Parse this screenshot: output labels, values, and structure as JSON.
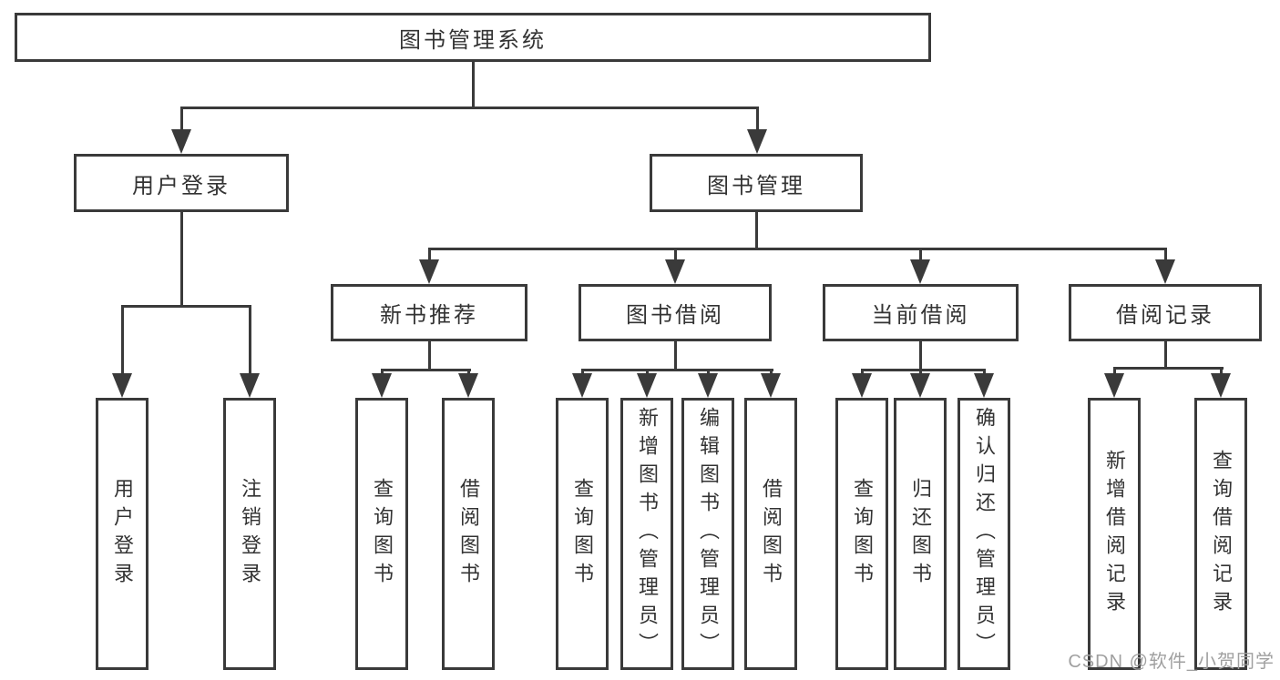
{
  "colors": {
    "line": "#3a3a3a",
    "text": "#333333",
    "watermark": "#a0a0a0",
    "background": "#ffffff"
  },
  "tree": {
    "root": {
      "label": "图书管理系统",
      "children": [
        {
          "label": "用户登录",
          "children": [
            {
              "label": "用户登录"
            },
            {
              "label": "注销登录"
            }
          ]
        },
        {
          "label": "图书管理",
          "children": [
            {
              "label": "新书推荐",
              "children": [
                {
                  "label": "查询图书"
                },
                {
                  "label": "借阅图书"
                }
              ]
            },
            {
              "label": "图书借阅",
              "children": [
                {
                  "label": "查询图书"
                },
                {
                  "label": "新增图书（管理员）"
                },
                {
                  "label": "编辑图书（管理员）"
                },
                {
                  "label": "借阅图书"
                }
              ]
            },
            {
              "label": "当前借阅",
              "children": [
                {
                  "label": "查询图书"
                },
                {
                  "label": "归还图书"
                },
                {
                  "label": "确认归还（管理员）"
                }
              ]
            },
            {
              "label": "借阅记录",
              "children": [
                {
                  "label": "新增借阅记录"
                },
                {
                  "label": "查询借阅记录"
                }
              ]
            }
          ]
        }
      ]
    }
  },
  "watermark": "CSDN @软件_小贺同学"
}
